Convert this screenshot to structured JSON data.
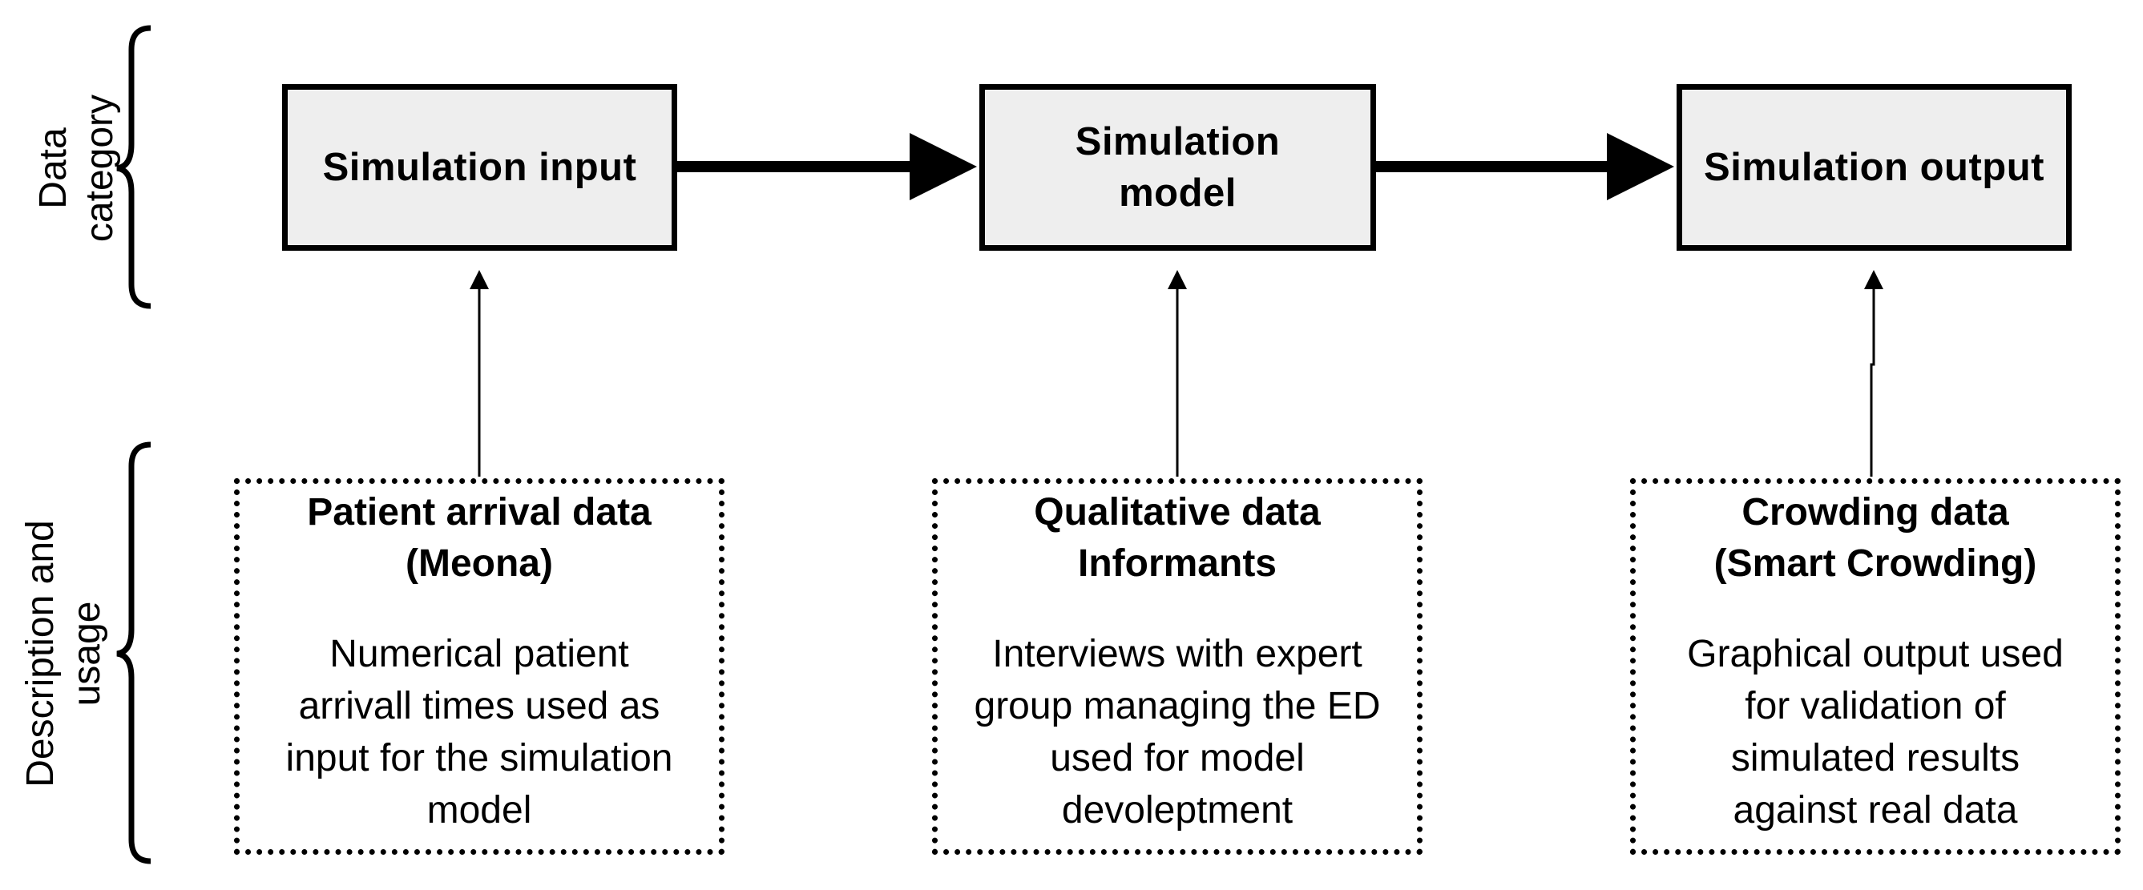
{
  "left_labels": {
    "data_category": [
      "Data",
      "category"
    ],
    "description_usage": [
      "Description and",
      "usage"
    ]
  },
  "flow": [
    {
      "lines": [
        "Simulation input"
      ]
    },
    {
      "lines": [
        "Simulation",
        "model"
      ]
    },
    {
      "lines": [
        "Simulation output"
      ]
    }
  ],
  "sources": [
    {
      "title": [
        "Patient arrival data",
        "(Meona)"
      ],
      "description": [
        "Numerical patient",
        "arrivall times used as",
        "input for the simulation",
        "model"
      ]
    },
    {
      "title": [
        "Qualitative data",
        "Informants"
      ],
      "description": [
        "Interviews with expert",
        "group managing the ED",
        "used for model",
        "devoleptment"
      ]
    },
    {
      "title": [
        "Crowding data",
        "(Smart Crowding)"
      ],
      "description": [
        "Graphical output used",
        "for validation of",
        "simulated results",
        "against real data"
      ]
    }
  ]
}
